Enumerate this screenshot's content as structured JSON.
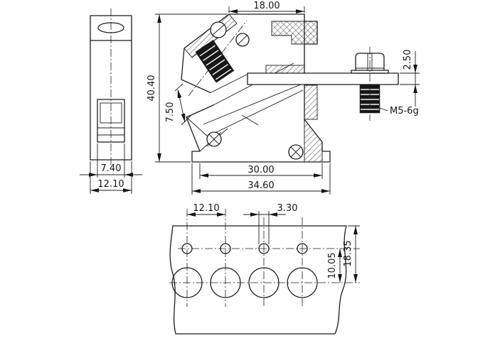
{
  "front_view": {
    "inner_width": "7.40",
    "outer_width": "12.10"
  },
  "side_view": {
    "top_width": "18.00",
    "overall_height": "40.40",
    "wire_opening": "7.50",
    "pin_thickness": "2.50",
    "thread_spec": "M5-6g",
    "body_width": "30.00",
    "overall_width": "34.60"
  },
  "pcb_view": {
    "pitch": "12.10",
    "pilot_hole_diameter": "3.30",
    "row_spacing": "10.05",
    "overall_height": "18.35"
  }
}
